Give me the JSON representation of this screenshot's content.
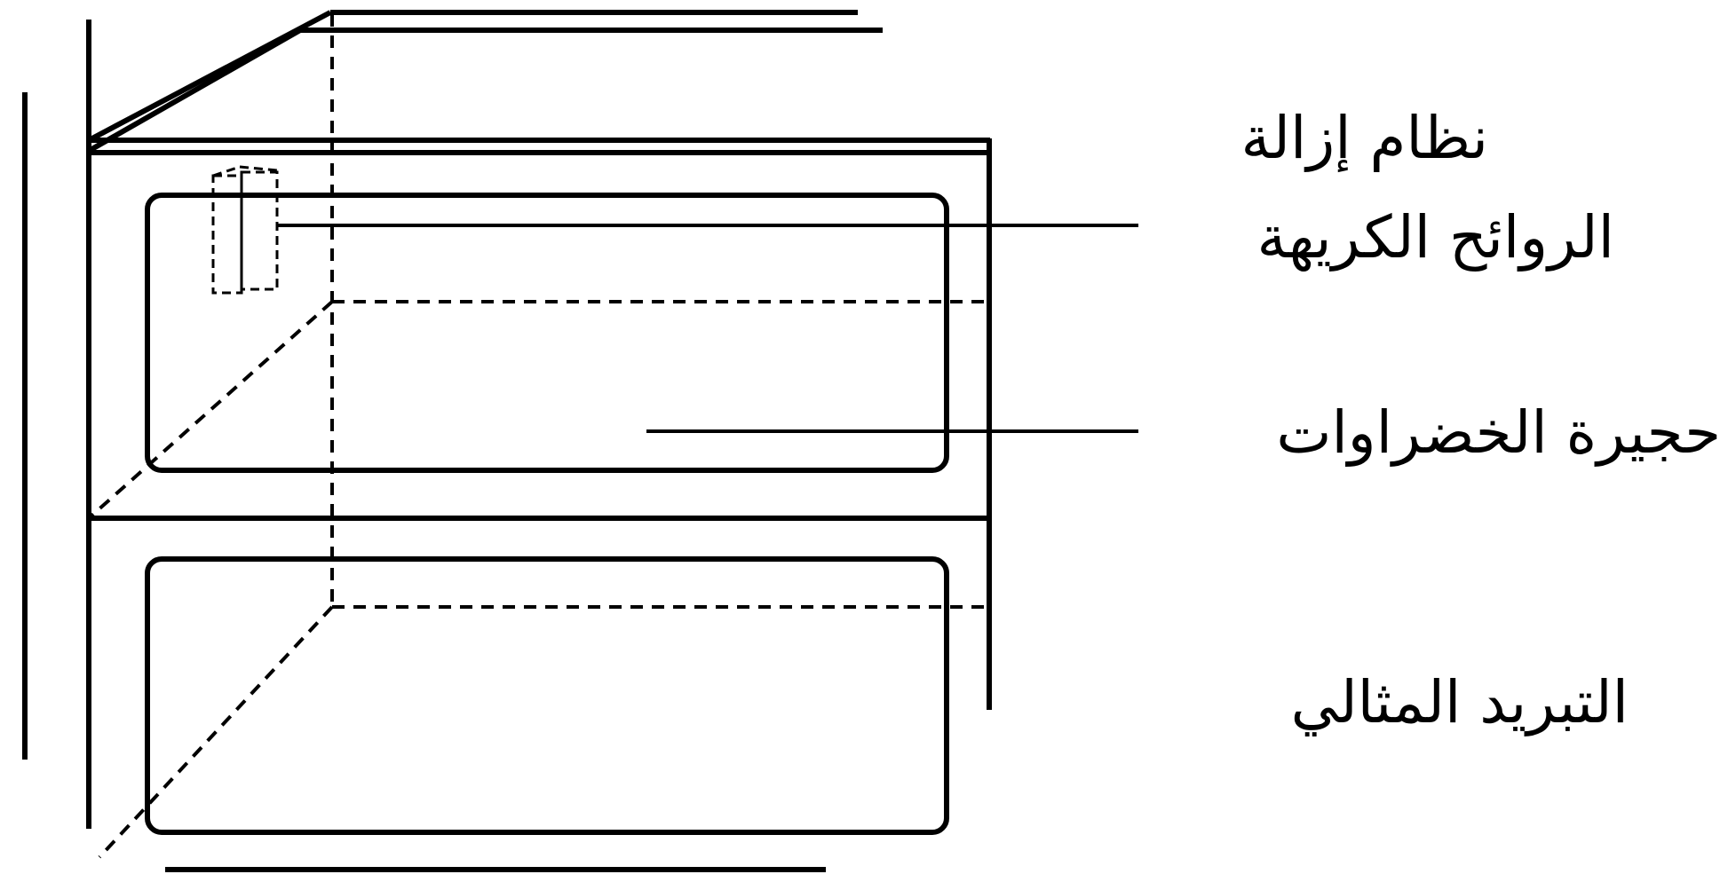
{
  "labels": {
    "deodorizer_line1": "نظام إزالة",
    "deodorizer_line2": "الروائح الكريهة",
    "vegetable_compartment": "حجيرة الخضراوات",
    "optimal_cooling": "التبريد المثالي"
  },
  "colors": {
    "line": "#000000",
    "background": "#ffffff"
  }
}
